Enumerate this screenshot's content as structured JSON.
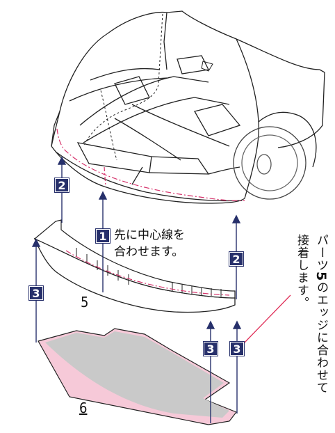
{
  "step_badges": {
    "b2_left": "2",
    "b1": "1",
    "b2_right": "2",
    "b3_left": "3",
    "b3_mid": "3",
    "b3_right": "3"
  },
  "notes": {
    "center_line_1": "先に中心線を",
    "center_line_2": "合わせます。",
    "edge_col1_pre": "パーツ",
    "edge_col1_num": "5",
    "edge_col1_post": "のエッジに合わせて",
    "edge_col2": "接着します。"
  },
  "parts": {
    "part5": "5",
    "part6": "6"
  },
  "colors": {
    "badge": "#27306b",
    "arrow": "#27306b",
    "center_line": "#d6336c",
    "pink": "#f6c9d8",
    "gray": "#c9c9c9",
    "leader": "#e0315a"
  }
}
